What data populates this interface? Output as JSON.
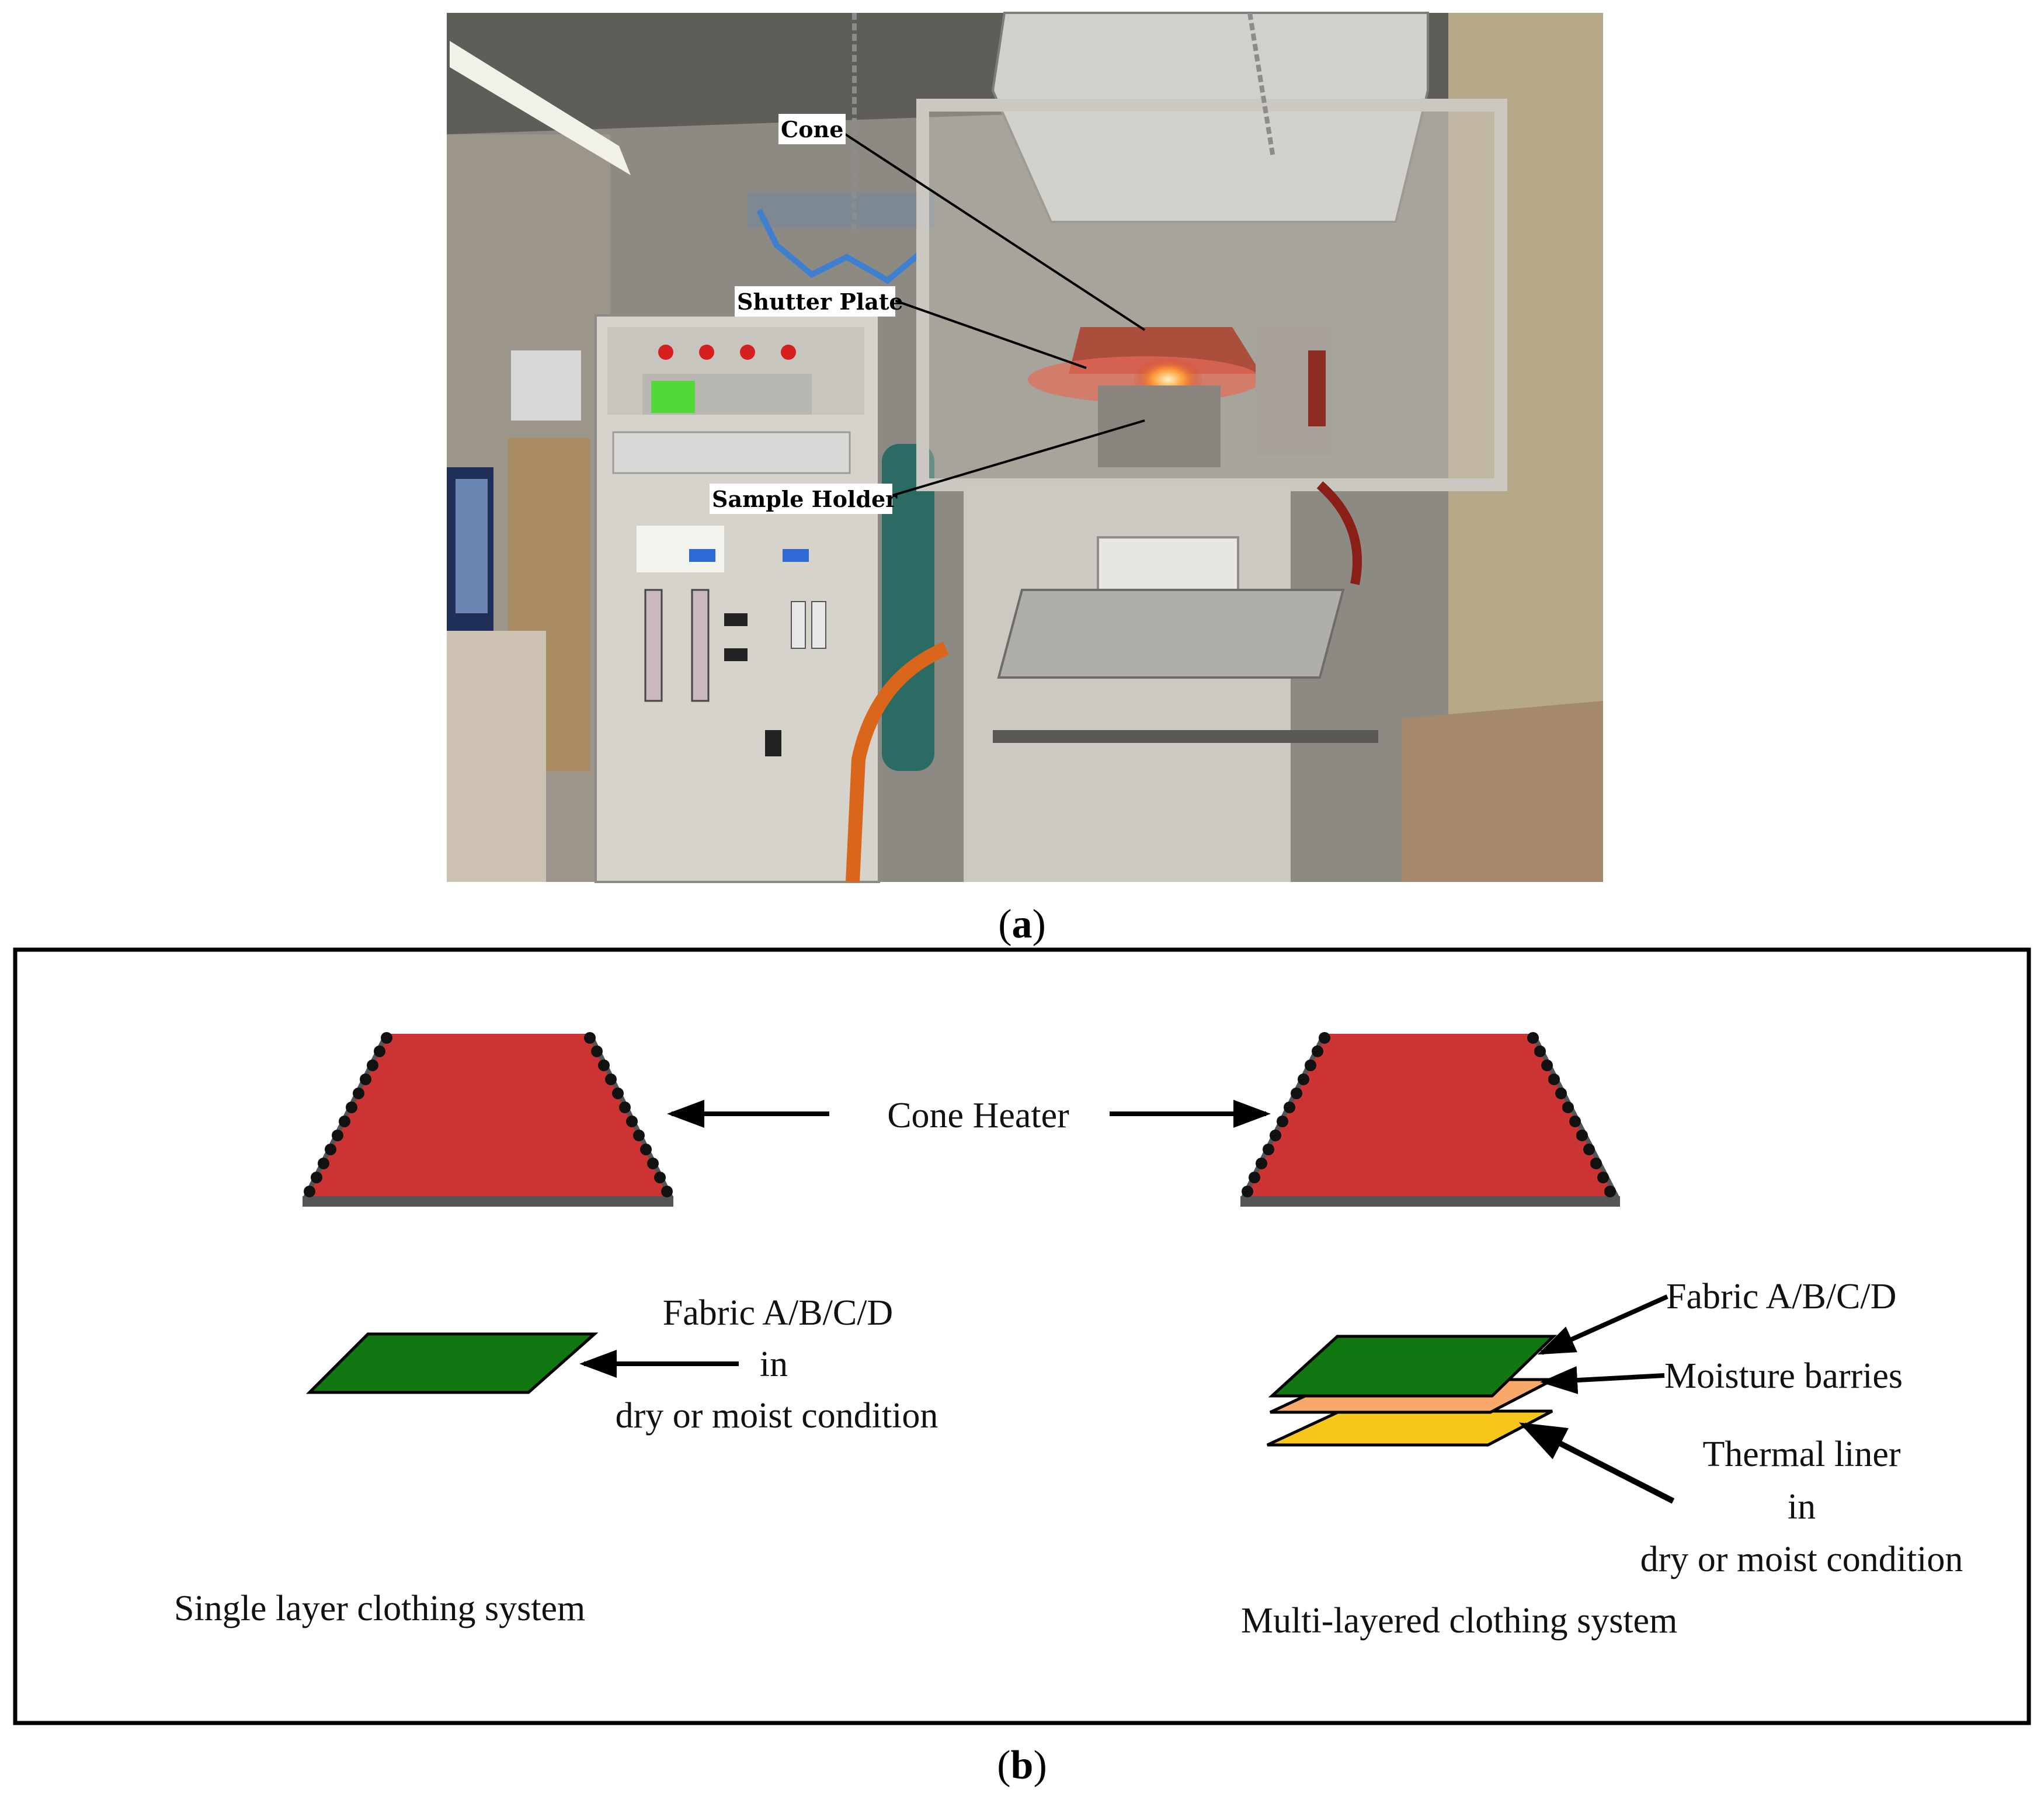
{
  "panel_a": {
    "caption_open": "(",
    "caption_letter": "a",
    "caption_close": ")",
    "labels": {
      "cone": "Cone",
      "shutter_plate": "Shutter Plate",
      "sample_holder": "Sample Holder"
    }
  },
  "panel_b": {
    "caption_open": "(",
    "caption_letter": "b",
    "caption_close": ")",
    "cone_heater_label": "Cone Heater",
    "single_layer": {
      "fabric_line1": "Fabric A/B/C/D",
      "fabric_line2": "in",
      "fabric_line3": "dry or moist condition",
      "system_label": "Single layer clothing system"
    },
    "multi_layer": {
      "fabric_label": "Fabric A/B/C/D",
      "moisture_label": "Moisture barries",
      "liner_line1": "Thermal liner",
      "liner_line2": "in",
      "liner_line3": "dry or moist condition",
      "system_label": "Multi-layered clothing system"
    }
  },
  "colors": {
    "cone_fill": "#cc3434",
    "cone_edge": "#555555",
    "fabric_green": "#117711",
    "moisture_orange": "#f7a86a",
    "liner_yellow": "#f6c61a"
  }
}
